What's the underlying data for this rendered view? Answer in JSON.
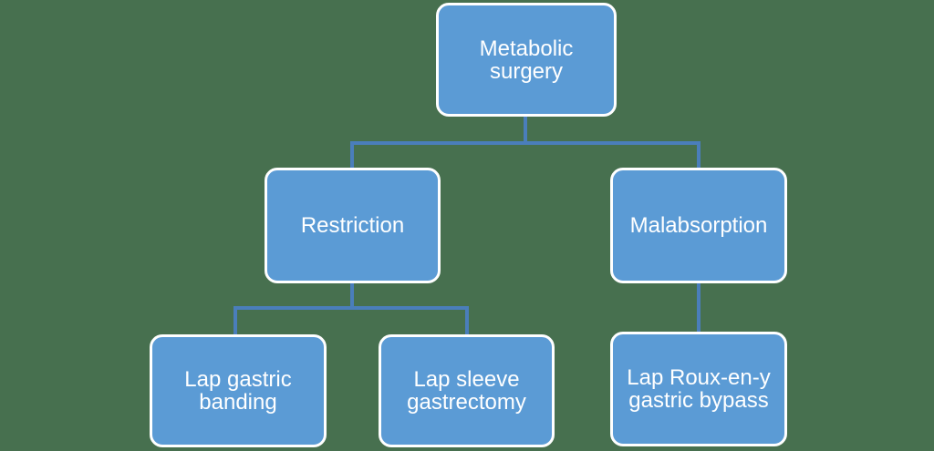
{
  "colors": {
    "background": "#47704F",
    "node_fill": "#5B9BD5",
    "node_border": "#FFFFFF",
    "connector": "#4A7EBB",
    "text": "#FFFFFF"
  },
  "nodes": {
    "metabolic_surgery": {
      "label": "Metabolic surgery"
    },
    "restriction": {
      "label": "Restriction"
    },
    "malabsorption": {
      "label": "Malabsorption"
    },
    "lap_gastric_banding": {
      "label": "Lap gastric banding"
    },
    "lap_sleeve_gastrectomy": {
      "label": "Lap sleeve gastrectomy"
    },
    "lap_roux_en_y_gastric_bypass": {
      "label": "Lap Roux-en-y gastric bypass"
    }
  },
  "hierarchy": {
    "Metabolic surgery": {
      "Restriction": [
        "Lap gastric banding",
        "Lap sleeve gastrectomy"
      ],
      "Malabsorption": [
        "Lap Roux-en-y gastric bypass"
      ]
    }
  }
}
